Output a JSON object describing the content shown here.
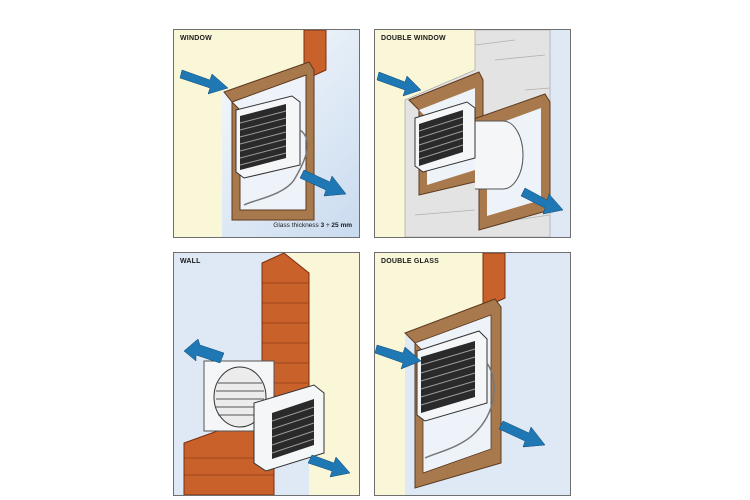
{
  "panels": {
    "window": {
      "label": "WINDOW",
      "note_prefix": "Glass thickness ",
      "note_value": "3 ÷ 25 mm"
    },
    "double_window": {
      "label": "DOUBLE WINDOW"
    },
    "wall": {
      "label": "WALL"
    },
    "double_glass": {
      "label": "DOUBLE GLASS"
    }
  },
  "colors": {
    "frame_panel_bg": "#dfe9f5",
    "wall_cream": "#faf7d8",
    "brick": "#c8612a",
    "brick_dark": "#7a2f12",
    "wood": "#a9794e",
    "arrow_blue": "#1f78b4",
    "fan_white": "#f4f6f8",
    "grille_dark": "#2a2a2a"
  },
  "icons": [
    "air-flow-arrow-icon",
    "fan-grille-icon"
  ]
}
